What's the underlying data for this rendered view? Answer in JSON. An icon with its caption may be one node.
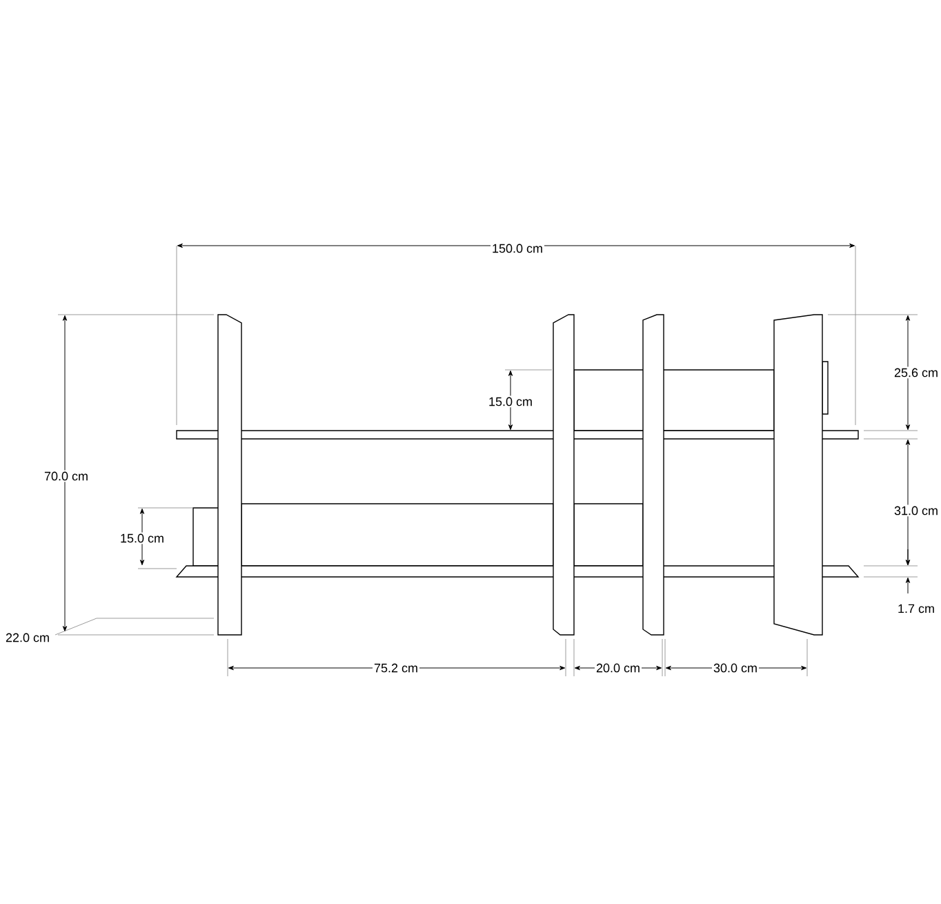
{
  "diagram": {
    "labels": [
      "150.0 cm",
      "15.0 cm",
      "25.6 cm",
      "70.0 cm",
      "31.0 cm",
      "15.0 cm",
      "1.7 cm",
      "22.0 cm",
      "75.2 cm",
      "20.0 cm",
      "30.0 cm"
    ]
  }
}
